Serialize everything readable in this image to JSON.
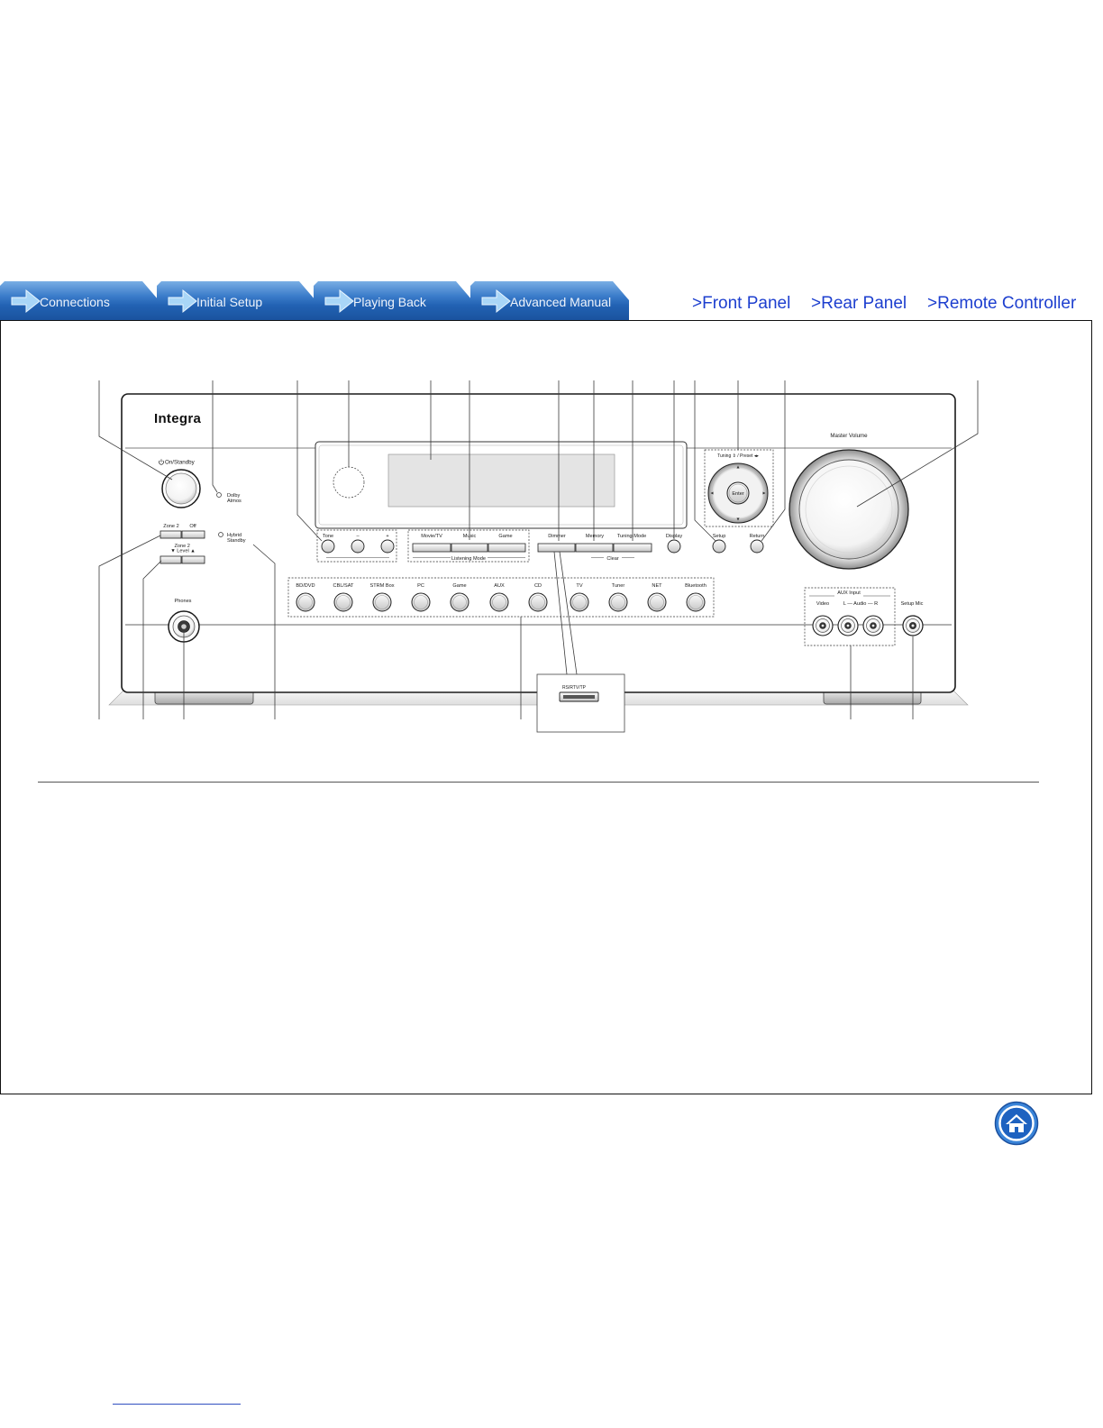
{
  "tabs": [
    {
      "label": "Connections",
      "icon": "arrow-right-icon"
    },
    {
      "label": "Initial Setup",
      "icon": "arrow-right-icon"
    },
    {
      "label": "Playing Back",
      "icon": "arrow-right-icon"
    },
    {
      "label": "Advanced Manual",
      "icon": "arrow-right-icon"
    }
  ],
  "nav_links": [
    ">Front Panel",
    ">Rear Panel",
    ">Remote Controller"
  ],
  "colors": {
    "tab_blue": "#2262b3",
    "link_blue": "#1d3fcf",
    "home_blue": "#1e62c0"
  },
  "receiver": {
    "brand": "Integra",
    "power": {
      "label": "On/Standby",
      "icon": "power-icon"
    },
    "dolby_atmos": [
      "Dolby",
      "Atmos"
    ],
    "hybrid_standby": [
      "Hybrid",
      "Standby"
    ],
    "zone2": {
      "zone_label": "Zone 2",
      "off_label": "Off"
    },
    "zone2_level": [
      "Zone 2",
      "▼ Level ▲"
    ],
    "phones": "Phones",
    "tone": {
      "tone_label": "Tone",
      "minus_label": "–",
      "plus_label": "+"
    },
    "listening_mode": {
      "buttons": [
        "Movie/TV",
        "Music",
        "Game"
      ],
      "group_label": "Listening Mode"
    },
    "dimmer": "Dimmer",
    "memory": "Memory",
    "tuning_mode": "Tuning Mode",
    "clear": "Clear",
    "display": "Display",
    "tuning_presets": "Tuning ⇕ / Preset ◂▸",
    "enter": "Enter",
    "setup": "Setup",
    "return": "Return",
    "master_volume": "Master Volume",
    "input_selectors": [
      "BD/DVD",
      "CBL/SAT",
      "STRM Box",
      "PC",
      "Game",
      "AUX",
      "CD",
      "TV",
      "Tuner",
      "NET",
      "Bluetooth"
    ],
    "aux_input": {
      "title": "AUX Input",
      "video": "Video",
      "audio": "L — Audio — R"
    },
    "setup_mic": "Setup Mic",
    "usb_label": "RS/RTV/TP"
  },
  "home_button": {
    "icon": "home-icon"
  }
}
